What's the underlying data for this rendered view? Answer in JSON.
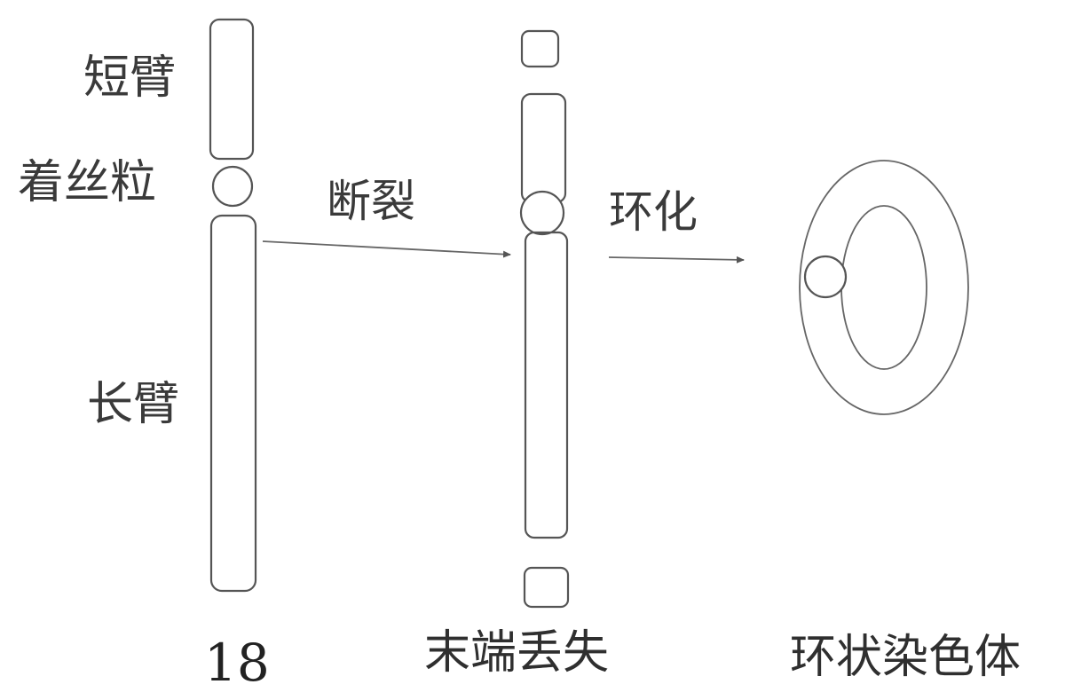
{
  "diagram": {
    "normal_chromosome": {
      "label_short_arm": "短臂",
      "label_centromere": "着丝粒",
      "label_long_arm": "长臂",
      "caption": "18"
    },
    "step_1": {
      "label": "断裂",
      "caption": "末端丢失"
    },
    "step_2": {
      "label": "环化",
      "caption": "环状染色体"
    },
    "colors": {
      "stroke": "#555555",
      "text": "#3a3a3a"
    }
  }
}
